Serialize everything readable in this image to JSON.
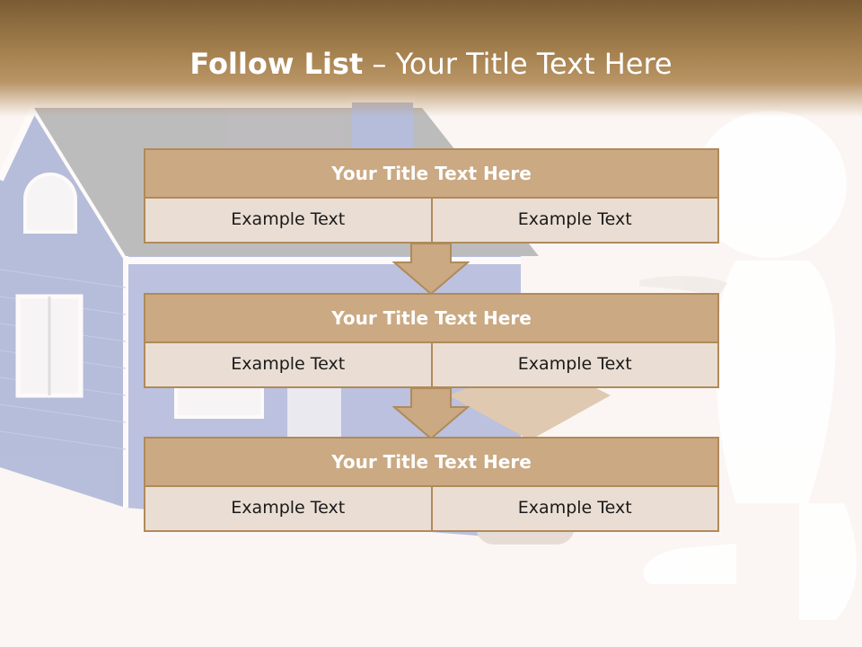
{
  "slide": {
    "title_bold": "Follow List",
    "title_rest": " – Your Title Text Here"
  },
  "blocks": [
    {
      "title": "Your Title Text Here",
      "left": "Example Text",
      "right": "Example Text"
    },
    {
      "title": "Your Title Text Here",
      "left": "Example Text",
      "right": "Example Text"
    },
    {
      "title": "Your Title Text Here",
      "left": "Example Text",
      "right": "Example Text"
    }
  ],
  "colors": {
    "header_dark": "#7a5c33",
    "block_title_bg": "#caa983",
    "cell_bg": "#eaded4",
    "border": "#b08a5a"
  }
}
